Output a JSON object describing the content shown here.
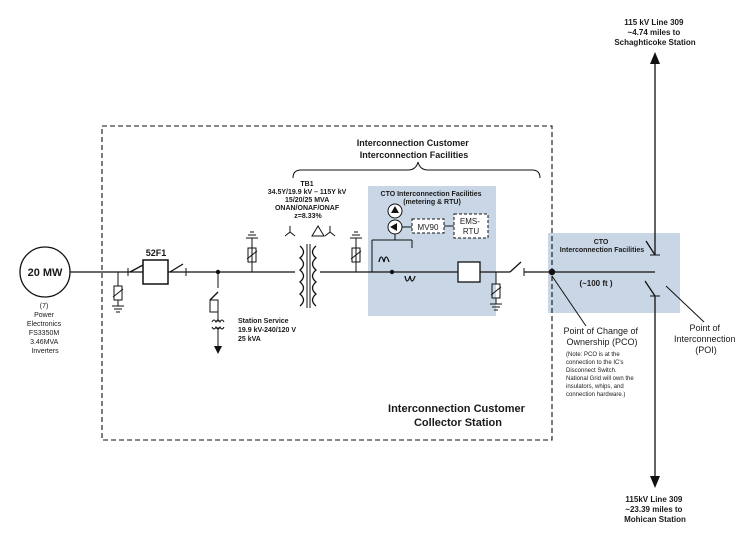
{
  "poi_line_top": {
    "line1": "115 kV Line 309",
    "line2": "~4.74 miles to",
    "line3": "Schaghticoke Station"
  },
  "poi_line_bottom": {
    "line1": "115kV Line 309",
    "line2": "~23.39 miles to",
    "line3": "Mohican Station"
  },
  "generator": {
    "rating": "20 MW",
    "desc": [
      "(7)",
      "Power",
      "Electronics",
      "FS3350M",
      "3.46MVA",
      "Inverters"
    ]
  },
  "breaker": {
    "label": "52F1"
  },
  "ic_facilities": {
    "line1": "Interconnection Customer",
    "line2": "Interconnection  Facilities"
  },
  "transformer": {
    "lines": [
      "TB1",
      "34.5Y/19.9 kV – 115Y kV",
      "15/20/25 MVA",
      "ONAN/ONAF/ONAF",
      "z=8.33%"
    ]
  },
  "cto_metering": {
    "line1": "CTO  Interconnection Facilities",
    "line2": "(metering & RTU)",
    "mv90": "MV90",
    "ems1": "EMS-",
    "ems2": "RTU"
  },
  "cto_poi": {
    "line1": "CTO",
    "line2": "Interconnection  Facilities"
  },
  "distance": "(~100 ft )",
  "station_service": {
    "line1": "Station Service",
    "line2": "19.9 kV-240/120 V",
    "line3": "25 kVA"
  },
  "pco": {
    "line1": "Point of Change of",
    "line2": "Ownership (PCO)",
    "notes": [
      "(Note: PCO is at the",
      "connection to the IC's",
      "Disconnect Switch.",
      "National Grid will own the",
      "insulators, whips, and",
      "connection hardware.)"
    ]
  },
  "poi": {
    "line1": "Point of",
    "line2": "Interconnection",
    "line3": "(POI)"
  },
  "collector": {
    "line1": "Interconnection Customer",
    "line2": "Collector Station"
  }
}
